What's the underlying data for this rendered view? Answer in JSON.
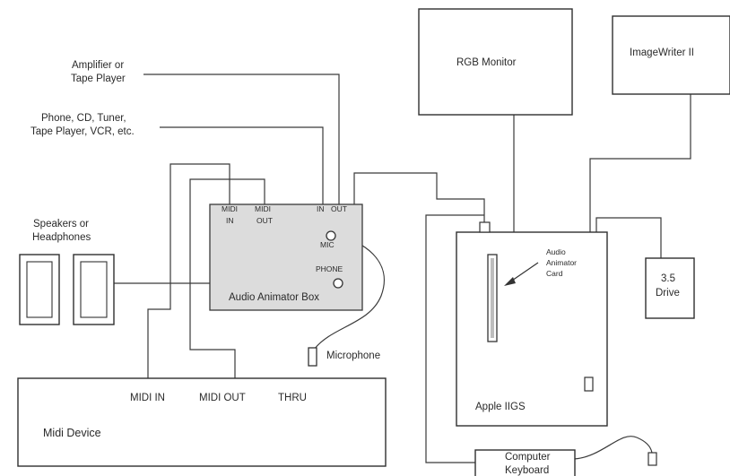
{
  "labels": {
    "amplifier_line1": "Amplifier or",
    "amplifier_line2": "Tape Player",
    "phone_line1": "Phone, CD, Tuner,",
    "phone_line2": "Tape Player, VCR, etc.",
    "speakers_line1": "Speakers or",
    "speakers_line2": "Headphones",
    "midi_in_port_1": "MIDI",
    "midi_in_port_2": "IN",
    "midi_out_port_1": "MIDI",
    "midi_out_port_2": "OUT",
    "in_port": "IN",
    "out_port": "OUT",
    "mic_port": "MIC",
    "phone_port": "PHONE",
    "audio_animator_box": "Audio Animator Box",
    "microphone": "Microphone",
    "rgb_monitor": "RGB Monitor",
    "imagewriter": "ImageWriter II",
    "card_line1": "Audio",
    "card_line2": "Animator",
    "card_line3": "Card",
    "drive_line1": "3.5",
    "drive_line2": "Drive",
    "apple_iigs": "Apple IIGS",
    "computer_keyboard_line1": "Computer",
    "computer_keyboard_line2": "Keyboard",
    "midi_in": "MIDI IN",
    "midi_out": "MIDI OUT",
    "thru": "THRU",
    "midi_device": "Midi Device"
  }
}
